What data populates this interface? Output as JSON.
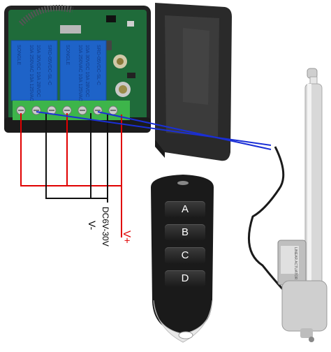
{
  "diagram": {
    "labels": {
      "supply": "DC6V-30V",
      "v_minus": "V-",
      "v_plus": "V+"
    },
    "remote_buttons": [
      "A",
      "B",
      "C",
      "D"
    ],
    "relay_marking": {
      "brand": "SONGLE",
      "rating_1": "10A 250VAC  10A 125VAC",
      "rating_2": "10A  30VDC  10A  28VDC",
      "model": "SRD-05VDC-SL-C"
    },
    "actuator_label": "LINEAR ACTUATOR",
    "colors": {
      "positive_wire": "#e00000",
      "negative_wire": "#111111",
      "motor_wire": "#1a2fd6",
      "pcb": "#1f6b3a",
      "relay": "#1e63c8",
      "terminal": "#3db54a"
    }
  }
}
